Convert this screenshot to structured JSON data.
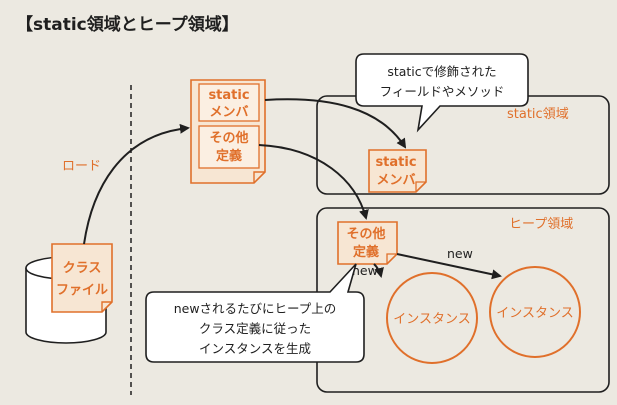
{
  "diagram": {
    "title": "【static領域とヒープ領域】",
    "load_label": "ロード",
    "class_file": {
      "line1": "クラス",
      "line2": "ファイル"
    },
    "class_doc": {
      "static_line1": "static",
      "static_line2": "メンバ",
      "def_line1": "その他",
      "def_line2": "定義"
    },
    "static_area": {
      "label": "static領域",
      "member_line1": "static",
      "member_line2": "メンバ"
    },
    "heap_area": {
      "label": "ヒープ領域",
      "def_line1": "その他",
      "def_line2": "定義",
      "instance1": "インスタンス",
      "instance2": "インスタンス",
      "new1": "new",
      "new2": "new"
    },
    "callout_top": {
      "line1": "staticで修飾された",
      "line2": "フィールドやメソッド"
    },
    "callout_bottom": {
      "line1": "newされるたびにヒープ上の",
      "line2": "クラス定義に従った",
      "line3": "インスタンスを生成"
    },
    "colors": {
      "accent": "#e0702b",
      "dark": "#1f1f1f",
      "paper": "#ece9e1",
      "doc_fill": "#f7e6d3"
    }
  }
}
